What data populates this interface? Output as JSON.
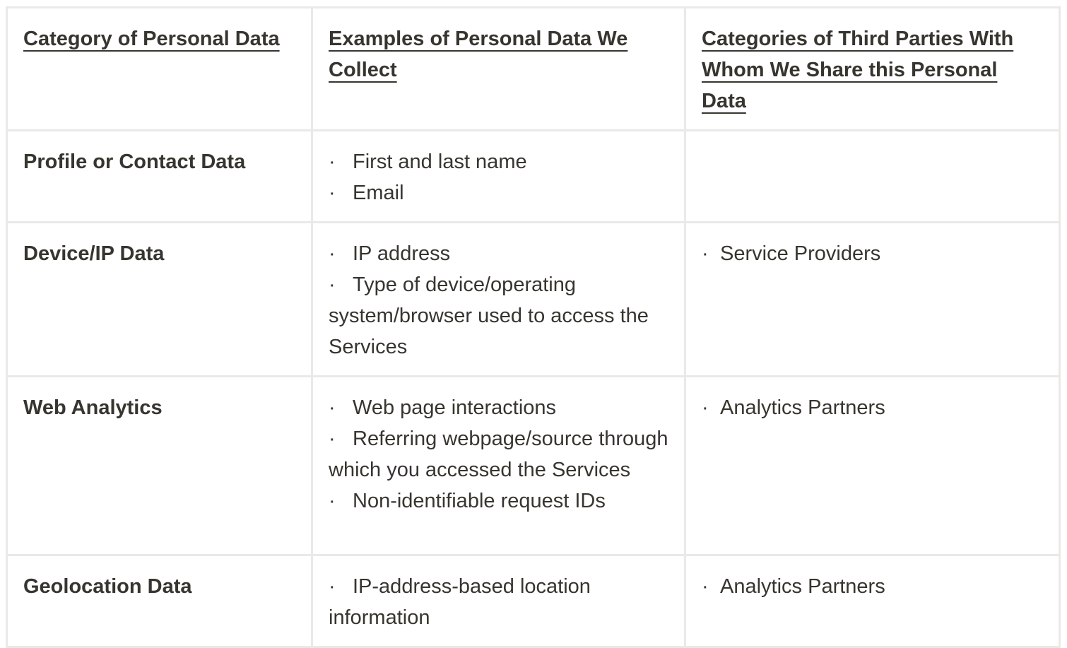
{
  "table": {
    "headers": [
      "Category of Personal Data",
      "Examples of Personal Data We Collect",
      "Categories of Third Parties With Whom We Share this Personal Data"
    ],
    "bullet_glyph": "·",
    "rows": [
      {
        "category": "Profile or Contact Data",
        "examples": [
          "First and last name",
          "Email"
        ],
        "third_parties": []
      },
      {
        "category": "Device/IP Data",
        "examples": [
          "IP address",
          "Type of device/operating system/browser used to access the Services"
        ],
        "third_parties": [
          "Service Providers"
        ]
      },
      {
        "category": "Web Analytics",
        "examples": [
          "Web page interactions",
          "Referring webpage/source through which you accessed the Services",
          "Non-identifiable request IDs"
        ],
        "third_parties": [
          "Analytics Partners"
        ]
      },
      {
        "category": "Geolocation Data",
        "examples": [
          "IP-address-based location information"
        ],
        "third_parties": [
          "Analytics Partners"
        ]
      }
    ]
  },
  "colors": {
    "text": "#37352f",
    "border": "#e9e9e7",
    "background": "#ffffff"
  }
}
